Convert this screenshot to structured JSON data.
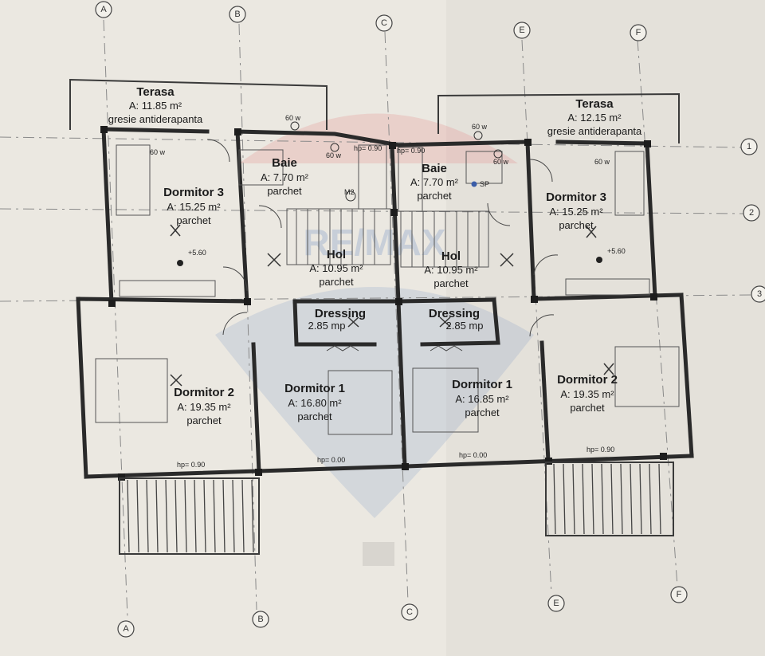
{
  "axes": {
    "letters_top": [
      "A",
      "B",
      "C",
      "E",
      "F"
    ],
    "letters_bottom": [
      "A",
      "B",
      "C",
      "E",
      "F"
    ],
    "numbers_right": [
      "1",
      "2",
      "3"
    ]
  },
  "rooms": {
    "terasa_left": {
      "name": "Terasa",
      "area": "A: 11.85 m²",
      "floor": "gresie antiderapanta"
    },
    "terasa_right": {
      "name": "Terasa",
      "area": "A: 12.15 m²",
      "floor": "gresie antiderapanta"
    },
    "baie_left": {
      "name": "Baie",
      "area": "A: 7.70 m²",
      "floor": "parchet"
    },
    "baie_right": {
      "name": "Baie",
      "area": "A: 7.70 m²",
      "floor": "parchet"
    },
    "dormitor3_left": {
      "name": "Dormitor 3",
      "area": "A: 15.25 m²",
      "floor": "parchet"
    },
    "dormitor3_right": {
      "name": "Dormitor 3",
      "area": "A: 15.25 m²",
      "floor": "parchet"
    },
    "hol_left": {
      "name": "Hol",
      "area": "A: 10.95 m²",
      "floor": "parchet"
    },
    "hol_right": {
      "name": "Hol",
      "area": "A: 10.95 m²",
      "floor": "parchet"
    },
    "dressing_left": {
      "name": "Dressing",
      "area": "2.85 mp"
    },
    "dressing_right": {
      "name": "Dressing",
      "area": "2.85 mp"
    },
    "dormitor2_left": {
      "name": "Dormitor 2",
      "area": "A: 19.35 m²",
      "floor": "parchet"
    },
    "dormitor2_right": {
      "name": "Dormitor 2",
      "area": "A: 19.35 m²",
      "floor": "parchet"
    },
    "dormitor1_left": {
      "name": "Dormitor 1",
      "area": "A: 16.80 m²",
      "floor": "parchet"
    },
    "dormitor1_right": {
      "name": "Dormitor 1",
      "area": "A: 16.85 m²",
      "floor": "parchet"
    }
  },
  "annotations": {
    "level": "+5.60",
    "hp_090": "hp= 0.90",
    "hp_000": "hp= 0.00",
    "lamp": "60 w",
    "m2": "M2",
    "sp": "SP"
  },
  "watermark": "RE/MAX"
}
